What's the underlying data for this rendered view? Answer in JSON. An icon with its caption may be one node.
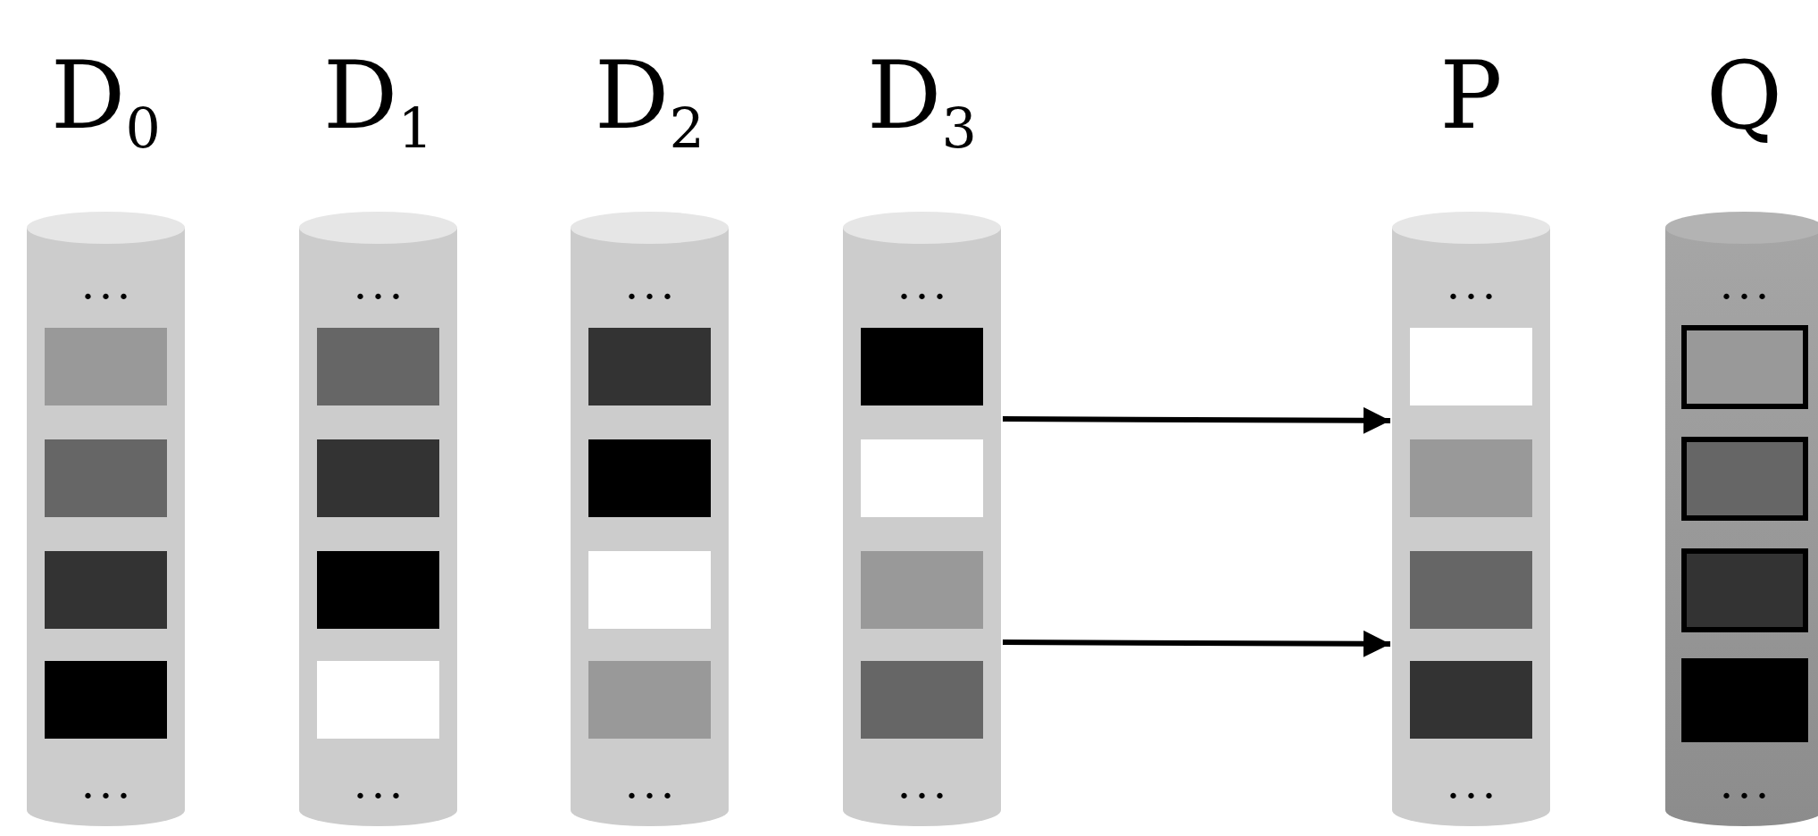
{
  "diagram": {
    "nodes": [
      {
        "text": [
          "D$_{0}$",
          "• • •",
          "• • •"
        ]
      },
      {
        "text": [],
        "shape": "box",
        "in": 0
      },
      {
        "text": [],
        "shape": "box",
        "in": 0
      },
      {
        "text": [],
        "shape": "box",
        "in": 0
      },
      {
        "text": [],
        "shape": "box",
        "in": 0
      },
      {
        "text": [
          "D$_{1}$",
          "• • •",
          "• • •"
        ]
      },
      {
        "text": [],
        "shape": "box",
        "in": 5
      },
      {
        "text": [],
        "shape": "box",
        "in": 5
      },
      {
        "text": [],
        "shape": "box",
        "in": 5
      },
      {
        "text": [],
        "shape": "box",
        "in": 5
      },
      {
        "text": [
          "D$_{2}$",
          "• • •",
          "• • •"
        ]
      },
      {
        "text": [],
        "shape": "box",
        "in": 10
      },
      {
        "text": [],
        "shape": "box",
        "in": 10
      },
      {
        "text": [],
        "shape": "box",
        "in": 10
      },
      {
        "text": [],
        "shape": "box",
        "in": 10
      },
      {
        "text": [
          "D$_{3}$",
          "• • •",
          "• • •"
        ]
      },
      {
        "text": [],
        "shape": "box",
        "in": 15
      },
      {
        "text": [],
        "shape": "box",
        "in": 15
      },
      {
        "text": [],
        "shape": "box",
        "in": 15
      },
      {
        "text": [],
        "shape": "box",
        "in": 15
      },
      {
        "text": [
          "P",
          "• • •",
          "• • •"
        ]
      },
      {
        "text": [],
        "shape": "box",
        "in": 20
      },
      {
        "text": [],
        "shape": "box",
        "in": 20
      },
      {
        "text": [],
        "shape": "box",
        "in": 20
      },
      {
        "text": [],
        "shape": "box",
        "in": 20
      },
      {
        "text": [
          "Q",
          "• • •",
          "• • •"
        ]
      },
      {
        "text": [],
        "shape": "box",
        "in": 25
      },
      {
        "text": [],
        "shape": "box",
        "in": 25
      },
      {
        "text": [],
        "shape": "box",
        "in": 25
      },
      {
        "text": [],
        "shape": "box",
        "in": 25
      }
    ],
    "edges": [
      {
        "from": 15,
        "to": 20,
        "arrow": "to"
      },
      {
        "from": 15,
        "to": 20,
        "arrow": "to"
      }
    ]
  }
}
